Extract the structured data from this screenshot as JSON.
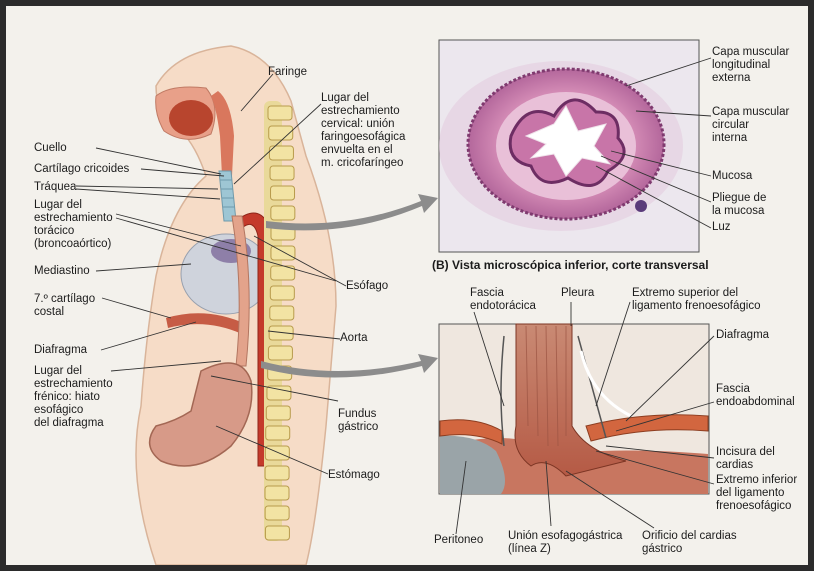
{
  "labels_left": {
    "faringe": "Faringe",
    "cuello": "Cuello",
    "cricoides": "Cartílago cricoides",
    "traquea": "Tráquea",
    "toracico": "Lugar del\nestrechamiento\ntorácico\n(broncoaórtico)",
    "mediastino": "Mediastino",
    "cartilago7": "7.º cartílago\ncostal",
    "diafragma": "Diafragma",
    "frenico": "Lugar del\nestrechamiento\nfrénico: hiato\nesofágico\ndel diafragma",
    "cervical": "Lugar del\nestrechamiento\ncervical: unión\nfaringoesofágica\nenvuelta en el\nm. cricofaríngeo",
    "esofago": "Esófago",
    "aorta": "Aorta",
    "fundus": "Fundus\ngástrico",
    "estomago": "Estómago"
  },
  "labels_b": {
    "longitudinal": "Capa muscular\nlongitudinal\nexterna",
    "circular": "Capa muscular\ncircular\ninterna",
    "mucosa": "Mucosa",
    "pliegue": "Pliegue de\nla mucosa",
    "luz": "Luz",
    "caption": "(B) Vista microscópica inferior, corte transversal"
  },
  "labels_c": {
    "fascia_endo": "Fascia\nendotorácica",
    "pleura": "Pleura",
    "extremo_sup": "Extremo superior del\nligamento frenoesofágico",
    "diafragma": "Diafragma",
    "fascia_abd": "Fascia\nendoabdominal",
    "incisura": "Incisura del\ncardias",
    "extremo_inf": "Extremo inferior\ndel ligamento\nfrenoesofágico",
    "peritoneo": "Peritoneo",
    "union": "Unión esofagogástrica\n(línea Z)",
    "orificio": "Orificio del cardias\ngástrico"
  }
}
